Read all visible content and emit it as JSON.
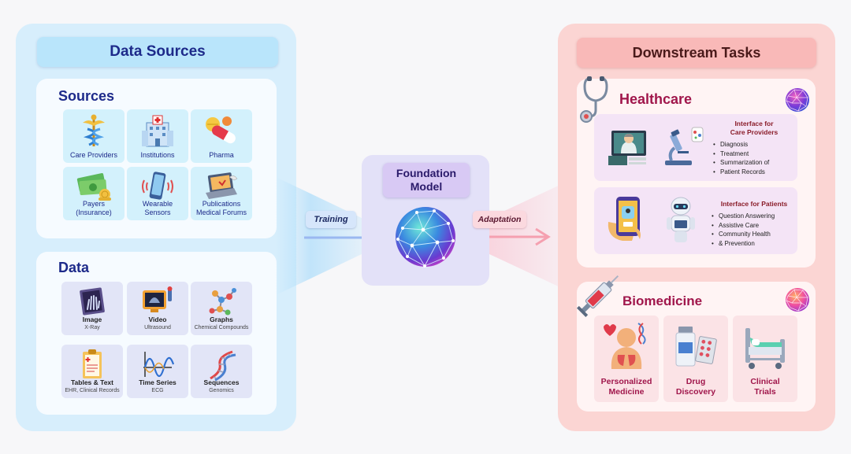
{
  "data_sources": {
    "title": "Data Sources",
    "sources": {
      "heading": "Sources",
      "items": [
        {
          "label": "Care Providers",
          "icon": "caduceus-icon"
        },
        {
          "label": "Institutions",
          "icon": "hospital-icon"
        },
        {
          "label": "Pharma",
          "icon": "pills-icon"
        },
        {
          "label": "Payers",
          "sublabel": "(Insurance)",
          "icon": "money-icon"
        },
        {
          "label": "Wearable",
          "sublabel": "Sensors",
          "icon": "smartwatch-icon"
        },
        {
          "label": "Publications",
          "sublabel": "Medical Forums",
          "icon": "laptop-icon"
        }
      ]
    },
    "data": {
      "heading": "Data",
      "items": [
        {
          "label": "Image",
          "sublabel": "X-Ray",
          "icon": "xray-icon"
        },
        {
          "label": "Video",
          "sublabel": "Ultrasound",
          "icon": "ultrasound-icon"
        },
        {
          "label": "Graphs",
          "sublabel": "Chemical Compounds",
          "icon": "molecule-icon"
        },
        {
          "label": "Tables & Text",
          "sublabel": "EHR, Clinical Records",
          "icon": "clipboard-icon"
        },
        {
          "label": "Time Series",
          "sublabel": "ECG",
          "icon": "waveform-icon"
        },
        {
          "label": "Sequences",
          "sublabel": "Genomics",
          "icon": "dna-icon"
        }
      ]
    }
  },
  "center": {
    "title_line1": "Foundation",
    "title_line2": "Model",
    "training_label": "Training",
    "adaptation_label": "Adaptation"
  },
  "downstream": {
    "title": "Downstream Tasks",
    "healthcare": {
      "heading": "Healthcare",
      "providers": {
        "title_line1": "Interface for",
        "title_line2": "Care Providers",
        "items": [
          "Diagnosis",
          "Treatment",
          "Summarization of",
          "Patient Records"
        ]
      },
      "patients": {
        "title": "Interface for Patients",
        "items": [
          "Question Answering",
          "Assistive Care",
          "Community Health",
          "& Prevention"
        ]
      }
    },
    "biomedicine": {
      "heading": "Biomedicine",
      "items": [
        {
          "line1": "Personalized",
          "line2": "Medicine",
          "icon": "patient-lungs-icon"
        },
        {
          "line1": "Drug",
          "line2": "Discovery",
          "icon": "medicine-bottle-icon"
        },
        {
          "line1": "Clinical",
          "line2": "Trials",
          "icon": "hospital-bed-icon"
        }
      ]
    }
  },
  "colors": {
    "left_panel": "#d7eefc",
    "right_panel": "#fbd5d3",
    "accent_blue": "#1d2a8a",
    "accent_red": "#a0164b"
  }
}
